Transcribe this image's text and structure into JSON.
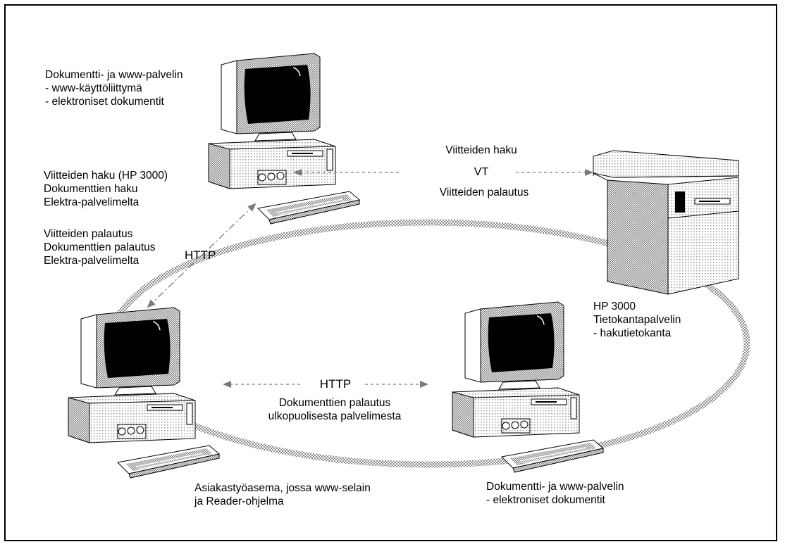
{
  "colors": {
    "line": "#000000",
    "ring": "#b0b0b0",
    "screen": "#000000",
    "background": "#ffffff"
  },
  "icons": [
    "workstation-icon",
    "server-icon",
    "arrow-icon"
  ],
  "top_server": {
    "title": "Dokumentti- ja www-palvelin",
    "lines": [
      "- www-käyttöliittymä",
      "- elektroniset dokumentit"
    ]
  },
  "client_requests": [
    "Viitteiden haku (HP 3000)",
    "Dokumenttien haku",
    "Elektra-palvelimelta"
  ],
  "client_returns": [
    "Viitteiden palautus",
    "Dokumenttien palautus",
    "Elektra-palvelimelta"
  ],
  "http_left": "HTTP",
  "vt_link": {
    "top": "Viitteiden haku",
    "protocol": "VT",
    "bottom": "Viitteiden palautus"
  },
  "hp_server": {
    "title": "HP 3000",
    "lines": [
      "Tietokantapalvelin",
      "- hakutietokanta"
    ]
  },
  "http_bottom": {
    "protocol": "HTTP",
    "lines": [
      "Dokumenttien palautus",
      "ulkopuolisesta palvelimesta"
    ]
  },
  "client": {
    "lines": [
      "Asiakastyöasema, jossa www-selain",
      "ja Reader-ohjelma"
    ]
  },
  "right_server": {
    "title": "Dokumentti- ja www-palvelin",
    "lines": [
      "- elektroniset dokumentit"
    ]
  }
}
